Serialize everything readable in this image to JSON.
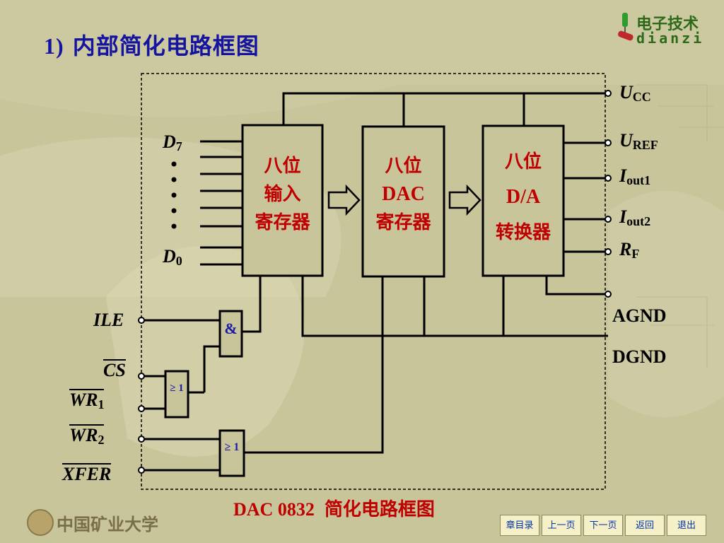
{
  "slide": {
    "title_num": "1)",
    "title_text": "内部简化电路框图",
    "caption_en": "DAC 0832",
    "caption_cn": "简化电路框图"
  },
  "branding": {
    "cn": "电子技术",
    "en": "dianzi",
    "university": "中国矿业大学"
  },
  "blocks": {
    "input_register": {
      "line1": "八位",
      "line2": "输入",
      "line3": "寄存器"
    },
    "dac_register": {
      "line1": "八位",
      "line2": "DAC",
      "line3": "寄存器"
    },
    "converter": {
      "line1": "八位",
      "line2": "D/A",
      "line3": "转换器"
    }
  },
  "gates": {
    "and": "&",
    "or1": "≥ 1",
    "or2": "≥ 1"
  },
  "pins_right": {
    "ucc": {
      "main": "U",
      "sub": "CC"
    },
    "uref": {
      "main": "U",
      "sub": "REF"
    },
    "iout1": {
      "main": "I",
      "sub": "out1"
    },
    "iout2": {
      "main": "I",
      "sub": "out2"
    },
    "rf": {
      "main": "R",
      "sub": "F"
    },
    "agnd": "AGND",
    "dgnd": "DGND"
  },
  "pins_left": {
    "d7": {
      "main": "D",
      "sub": "7"
    },
    "d0": {
      "main": "D",
      "sub": "0"
    },
    "ile": "ILE",
    "cs": "CS",
    "wr1": {
      "main": "WR",
      "sub": "1"
    },
    "wr2": {
      "main": "WR",
      "sub": "2"
    },
    "xfer": "XFER"
  },
  "navigation": [
    "章目录",
    "上一页",
    "下一页",
    "返回",
    "退出"
  ],
  "colors": {
    "background": "#c9c59b",
    "title": "#1414a0",
    "block_text": "#c00000",
    "gate_text": "#1a1aa8"
  }
}
